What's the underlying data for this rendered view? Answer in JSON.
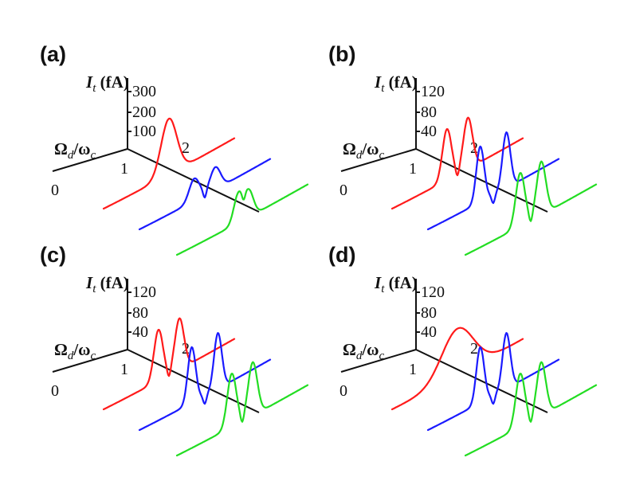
{
  "colors": {
    "red": "#ff1a1a",
    "blue": "#1a1aff",
    "green": "#22dd22",
    "axis": "#111111"
  },
  "chart_data": [
    {
      "type": "line",
      "panel": "(a)",
      "zlabel_main": "I",
      "zlabel_sub": "t",
      "zlabel_unit": " (fA)",
      "xlabel_main": "Ω",
      "xlabel_sub1": "d",
      "xlabel_slash": "/ω",
      "xlabel_sub2": "c",
      "z_ticks": [
        "100",
        "200",
        "300"
      ],
      "x_ticks": [
        "0",
        "1",
        "2"
      ],
      "series": [
        {
          "color": "red",
          "peaks": [
            {
              "x": 0.5,
              "h": 300,
              "w": 0.06
            }
          ]
        },
        {
          "color": "blue",
          "peaks": [
            {
              "x": 0.42,
              "h": 120,
              "w": 0.04
            },
            {
              "x": 0.58,
              "h": 120,
              "w": 0.04
            }
          ]
        },
        {
          "color": "green",
          "peaks": [
            {
              "x": 0.47,
              "h": 155,
              "w": 0.035
            },
            {
              "x": 0.55,
              "h": 140,
              "w": 0.035
            }
          ]
        }
      ]
    },
    {
      "type": "line",
      "panel": "(b)",
      "zlabel_main": "I",
      "zlabel_sub": "t",
      "zlabel_unit": " (fA)",
      "xlabel_main": "Ω",
      "xlabel_sub1": "d",
      "xlabel_slash": "/ω",
      "xlabel_sub2": "c",
      "z_ticks": [
        "40",
        "80",
        "120"
      ],
      "x_ticks": [
        "0",
        "1",
        "2"
      ],
      "series": [
        {
          "color": "red",
          "peaks": [
            {
              "x": 0.42,
              "h": 110,
              "w": 0.035
            },
            {
              "x": 0.58,
              "h": 110,
              "w": 0.035
            }
          ]
        },
        {
          "color": "blue",
          "peaks": [
            {
              "x": 0.4,
              "h": 120,
              "w": 0.03
            },
            {
              "x": 0.6,
              "h": 120,
              "w": 0.03
            }
          ]
        },
        {
          "color": "green",
          "peaks": [
            {
              "x": 0.42,
              "h": 115,
              "w": 0.035
            },
            {
              "x": 0.58,
              "h": 115,
              "w": 0.035
            }
          ]
        }
      ]
    },
    {
      "type": "line",
      "panel": "(c)",
      "zlabel_main": "I",
      "zlabel_sub": "t",
      "zlabel_unit": " (fA)",
      "xlabel_main": "Ω",
      "xlabel_sub1": "d",
      "xlabel_slash": "/ω",
      "xlabel_sub2": "c",
      "z_ticks": [
        "40",
        "80",
        "120"
      ],
      "x_ticks": [
        "0",
        "1",
        "2"
      ],
      "series": [
        {
          "color": "red",
          "peaks": [
            {
              "x": 0.42,
              "h": 110,
              "w": 0.035
            },
            {
              "x": 0.58,
              "h": 110,
              "w": 0.035
            }
          ]
        },
        {
          "color": "blue",
          "peaks": [
            {
              "x": 0.4,
              "h": 120,
              "w": 0.03
            },
            {
              "x": 0.6,
              "h": 120,
              "w": 0.03
            }
          ]
        },
        {
          "color": "green",
          "peaks": [
            {
              "x": 0.42,
              "h": 115,
              "w": 0.035
            },
            {
              "x": 0.58,
              "h": 115,
              "w": 0.035
            }
          ]
        }
      ]
    },
    {
      "type": "line",
      "panel": "(d)",
      "zlabel_main": "I",
      "zlabel_sub": "t",
      "zlabel_unit": " (fA)",
      "xlabel_main": "Ω",
      "xlabel_sub1": "d",
      "xlabel_slash": "/ω",
      "xlabel_sub2": "c",
      "z_ticks": [
        "40",
        "80",
        "120"
      ],
      "x_ticks": [
        "0",
        "1",
        "2"
      ],
      "series": [
        {
          "color": "red",
          "peaks": [
            {
              "x": 0.5,
              "h": 100,
              "w": 0.12
            }
          ]
        },
        {
          "color": "blue",
          "peaks": [
            {
              "x": 0.4,
              "h": 120,
              "w": 0.03
            },
            {
              "x": 0.6,
              "h": 120,
              "w": 0.03
            }
          ]
        },
        {
          "color": "green",
          "peaks": [
            {
              "x": 0.42,
              "h": 115,
              "w": 0.035
            },
            {
              "x": 0.58,
              "h": 115,
              "w": 0.035
            }
          ]
        }
      ]
    }
  ]
}
